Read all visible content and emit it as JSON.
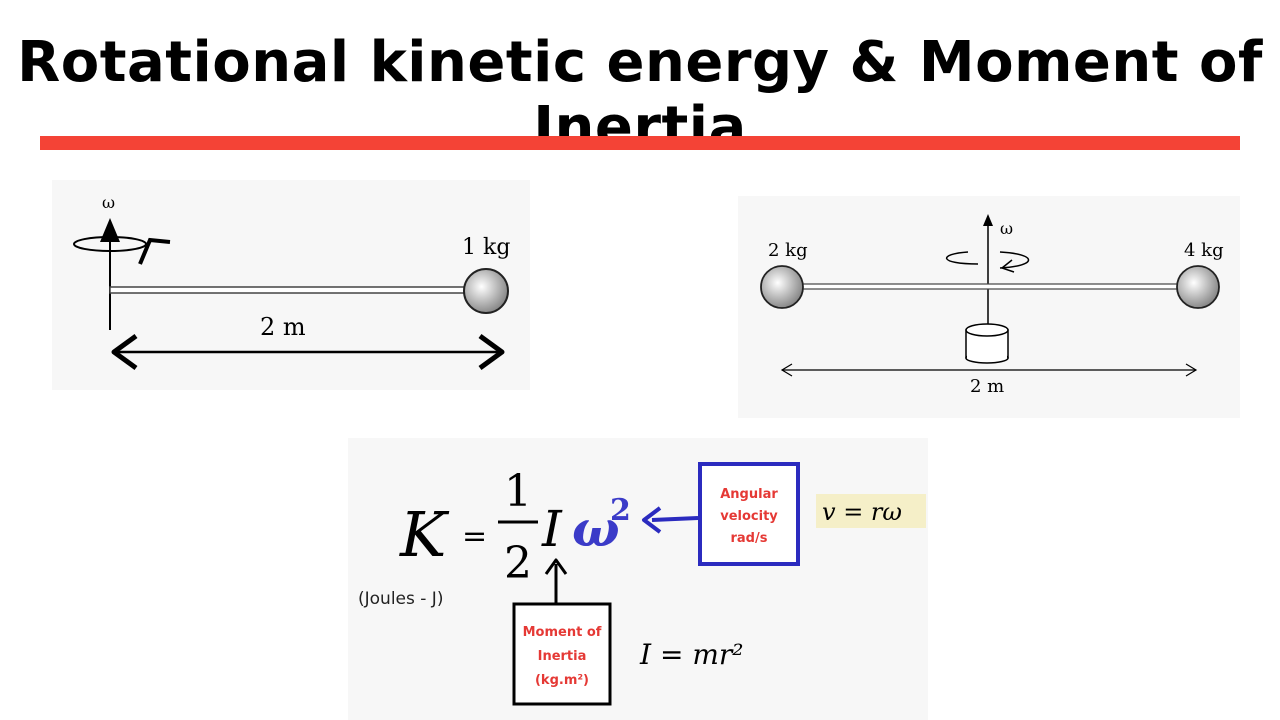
{
  "title": "Rotational kinetic energy & Moment of Inertia",
  "colors": {
    "title_rule": "#f44336",
    "omega": "#3b3bc8",
    "box_blue": "#2b2bbf",
    "box_red_text": "#e53935",
    "highlight": "#f5efc8"
  },
  "diagram_left": {
    "omega_label": "ω",
    "mass_label": "1 kg",
    "length_label": "2 m"
  },
  "diagram_right": {
    "omega_label": "ω",
    "mass_left_label": "2 kg",
    "mass_right_label": "4 kg",
    "length_label": "2 m"
  },
  "formula": {
    "lhs": "K",
    "equals": "=",
    "frac_num": "1",
    "frac_den": "2",
    "inertia": "I",
    "omega": "ω",
    "exponent": "2",
    "units": "(Joules - J)",
    "velocity_relation": "v = rω",
    "inertia_relation": "I = mr²",
    "angular_box": [
      "Angular",
      "velocity",
      "rad/s"
    ],
    "moment_box": [
      "Moment of",
      "Inertia",
      "(kg.m²)"
    ]
  }
}
